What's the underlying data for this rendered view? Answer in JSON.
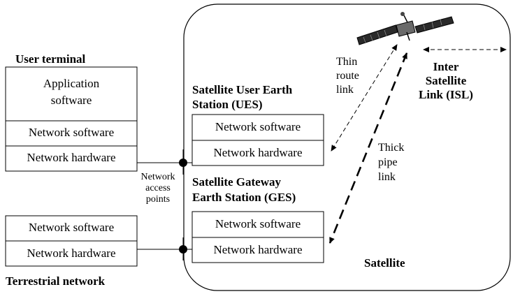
{
  "user_terminal": {
    "title": "User terminal",
    "application_line1": "Application",
    "application_line2": "software",
    "network_software": "Network software",
    "network_hardware": "Network hardware"
  },
  "terrestrial": {
    "title": "Terrestrial network",
    "network_software": "Network software",
    "network_hardware": "Network hardware"
  },
  "access_points": {
    "line1": "Network",
    "line2": "access",
    "line3": "points"
  },
  "ues": {
    "title_line1": "Satellite User Earth",
    "title_line2": "Station (UES)",
    "network_software": "Network software",
    "network_hardware": "Network hardware"
  },
  "ges": {
    "title_line1": "Satellite Gateway",
    "title_line2": "Earth Station (GES)",
    "network_software": "Network software",
    "network_hardware": "Network hardware"
  },
  "links": {
    "thin_line1": "Thin",
    "thin_line2": "route",
    "thin_line3": "link",
    "thick_line1": "Thick",
    "thick_line2": "pipe",
    "thick_line3": "link",
    "isl_line1": "Inter",
    "isl_line2": "Satellite",
    "isl_line3": "Link (ISL)"
  },
  "satellite_label": "Satellite"
}
